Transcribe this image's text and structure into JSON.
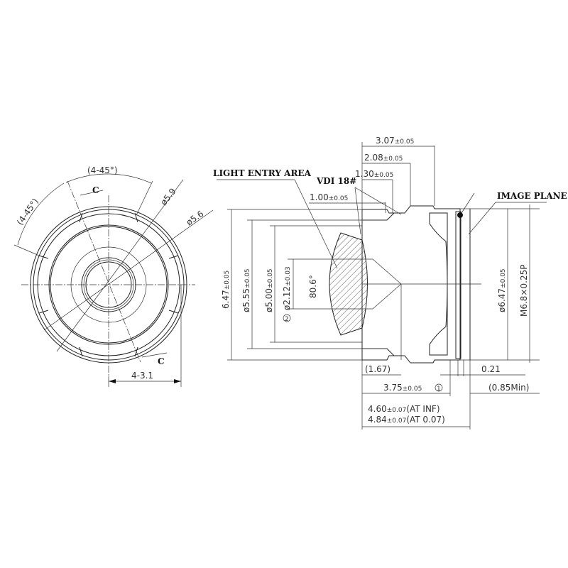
{
  "front_view": {
    "angle_top": "(4-45°)",
    "angle_left": "(4-45°)",
    "section_mark_top": "C",
    "section_mark_bottom": "C",
    "diameter_outer": "ø5.9",
    "diameter_inner": "ø5.6",
    "slot_width": "4-3.1"
  },
  "side_view": {
    "light_entry_label": "LIGHT ENTRY AREA",
    "vdi_label": "VDI 18#",
    "image_plane_label": "IMAGE PLANE",
    "dims_top": [
      {
        "value": "3.07",
        "tol": "±0.05"
      },
      {
        "value": "2.08",
        "tol": "±0.05"
      },
      {
        "value": "1.30",
        "tol": "±0.05"
      },
      {
        "value": "1.00",
        "tol": "±0.05"
      }
    ],
    "dims_left": [
      {
        "value": "6.47",
        "tol": "±0.05"
      },
      {
        "value": "ø5.55",
        "tol": "±0.05"
      },
      {
        "value": "ø5.00",
        "tol": "±0.05"
      },
      {
        "value": "ø2.12",
        "tol": "±0.03"
      }
    ],
    "field_angle": "80.6°",
    "datum_2": "2",
    "datum_1": "1",
    "dims_right": [
      {
        "value": "ø6.47",
        "tol": "±0.05"
      },
      {
        "value": "M6.8",
        "tol": "×0.25P"
      }
    ],
    "dims_bottom": {
      "ref_167": "(1.67)",
      "glass": "0.21",
      "length": "3.75",
      "length_tol": "±0.05",
      "min_clearance": "(0.85Min)",
      "ttl_inf": "4.60",
      "ttl_inf_tol": "±0.07",
      "ttl_inf_note": "(AT  INF)",
      "ttl_near": "4.84",
      "ttl_near_tol": "±0.07",
      "ttl_near_note": "(AT  0.07)"
    }
  }
}
